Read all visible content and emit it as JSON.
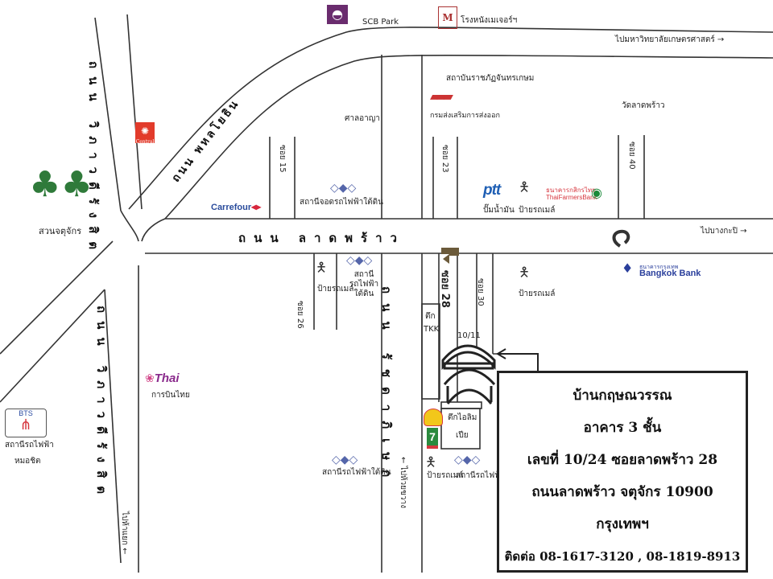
{
  "landmarks": {
    "scb_park": "SCB Park",
    "major_cinema": "โรงหนังเมเจอร์ฯ",
    "to_kasetsart": "ไปมหาวิทยาลัยเกษตรศาสตร์ →",
    "chandrakasem": "สถาบันราชภัฏจันทรเกษม",
    "export_dept": "กรมส่งเสริมการส่งออก",
    "wat_lat_phrao": "วัดลาดพร้าว",
    "san_aya": "ศาลอาญา",
    "central": "Central",
    "carrefour": "Carrefour",
    "underground_depot": "สถานีจอดรถไฟฟ้าใต้ดิน",
    "ptt": "ptt",
    "gas_station": "ปั๊มน้ำมัน",
    "bus_stop_1": "ป้ายรถเมล์",
    "kbank": "ธนาคารกสิกรไทย",
    "kbank_en": "ThaiFarmersBank",
    "chatuchak_park": "สวนจตุจักร",
    "to_bang_kapi": "ไปบางกะปิ →",
    "bangkok_bank_th": "ธนาคารกรุงเทพ",
    "bangkok_bank": "Bangkok Bank",
    "bus_stop_2": "ป้ายรถเมล์",
    "underground_station_1": "สถานีรถไฟฟ้าใต้ดิน",
    "bus_stop_3": "ป้ายรถเมล์",
    "tkk_building_th": "ตึก",
    "tkk_building_en": "TKK",
    "unit_1011": "10/11",
    "thai_airways_logo": "Thai",
    "thai_airways": "การบินไทย",
    "bts_logo": "BTS",
    "bts_station": "สถานีรถไฟฟ้า",
    "bts_station_name": "หมอชิต",
    "ilom_building": "ตึกไอลิม",
    "pier": "เปีย",
    "underground_station_2": "สถานีรถไฟฟ้าใต้ดิน",
    "bus_stop_4": "ป้ายรถเมล์",
    "underground_station_3": "สถานีรถไฟฟ้า",
    "to_huai_khwang": "← ไปห้วยขวาง",
    "to_victory": "ไปห้าแยก ←"
  },
  "roads": {
    "vibhavadi_left_top": "ถนน วิภาวดีรังสิต",
    "vibhavadi_left_bottom": "ถนน วิภาวดีรังสิต",
    "phahon_yothin": "ถนน พหลโยธิน",
    "lat_phrao": "ถนน ลาดพร้าว",
    "ratchadaphisek": "ถนน รัชดาภิเษก"
  },
  "sois": {
    "soi_15": "ซอย 15",
    "soi_23": "ซอย 23",
    "soi_40": "ซอย 40",
    "soi_26": "ซอย 26",
    "soi_28": "ซอย 28",
    "soi_30": "ซอย 30"
  },
  "info": {
    "name": "บ้านกฤษณวรรณ",
    "building": "อาคาร 3 ชั้น",
    "address": "เลขที่ 10/24 ซอยลาดพร้าว 28",
    "road": "ถนนลาดพร้าว จตุจักร 10900",
    "city": "กรุงเทพฯ",
    "contact": "ติดต่อ 08-1617-3120 , 08-1819-8913"
  }
}
